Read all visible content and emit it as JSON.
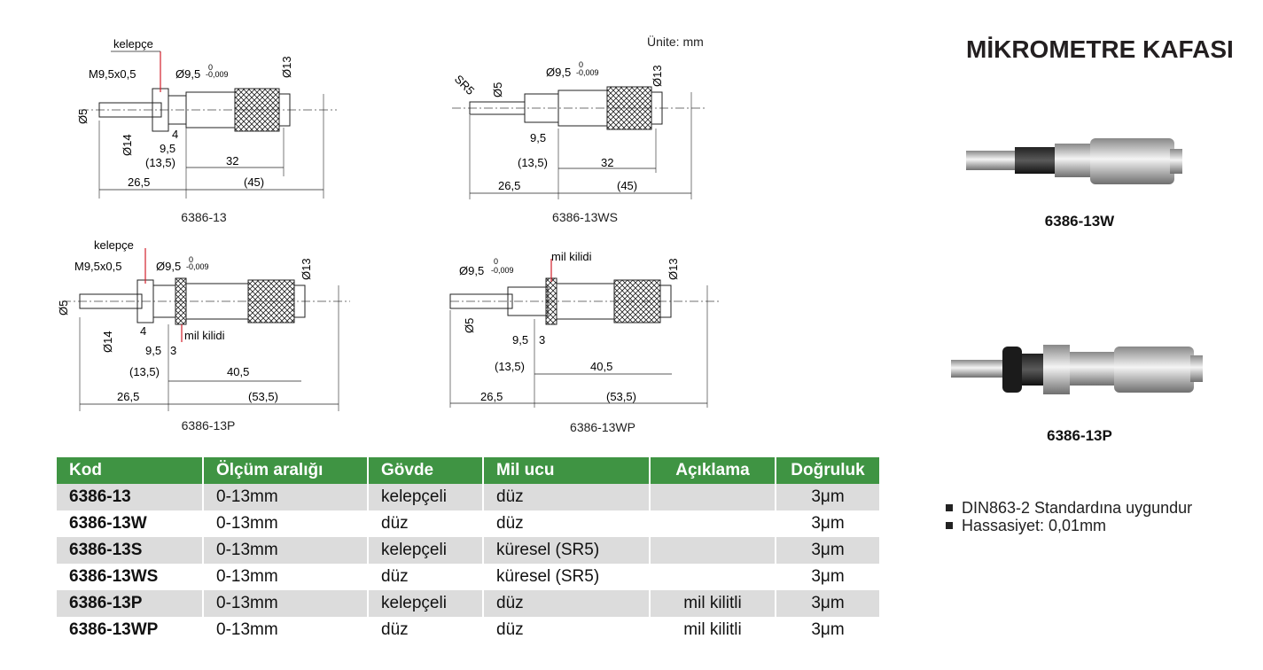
{
  "unit_note": "Ünite: mm",
  "page_title": "MİKROMETRE KAFASI",
  "drawings": [
    {
      "caption": "6386-13",
      "labels": {
        "clamp": "kelepçe",
        "thread": "M9,5x0,5",
        "dia": "Ø9,5",
        "tol": "-0,009",
        "tol_top": "0",
        "d13": "Ø13",
        "d5": "Ø5",
        "d14": "Ø14",
        "four": "4",
        "nine": "9,5",
        "thirteen": "(13,5)",
        "l1": "32",
        "l2": "26,5",
        "l3": "(45)"
      }
    },
    {
      "caption": "6386-13WS",
      "labels": {
        "sr": "SR5",
        "d5": "Ø5",
        "dia": "Ø9,5",
        "tol": "-0,009",
        "tol_top": "0",
        "d13": "Ø13",
        "nine": "9,5",
        "thirteen": "(13,5)",
        "l1": "32",
        "l2": "26,5",
        "l3": "(45)"
      }
    },
    {
      "caption": "6386-13P",
      "labels": {
        "clamp": "kelepçe",
        "thread": "M9,5x0,5",
        "dia": "Ø9,5",
        "tol": "-0,009",
        "tol_top": "0",
        "d13": "Ø13",
        "d5": "Ø5",
        "d14": "Ø14",
        "four": "4",
        "nine": "9,5",
        "three": "3",
        "lock": "mil kilidi",
        "thirteen": "(13,5)",
        "l1": "40,5",
        "l2": "26,5",
        "l3": "(53,5)"
      }
    },
    {
      "caption": "6386-13WP",
      "labels": {
        "dia": "Ø9,5",
        "tol": "-0,009",
        "tol_top": "0",
        "lock": "mil kilidi",
        "d13": "Ø13",
        "d5": "Ø5",
        "nine": "9,5",
        "three": "3",
        "thirteen": "(13,5)",
        "l1": "40,5",
        "l2": "26,5",
        "l3": "(53,5)"
      }
    }
  ],
  "products": [
    {
      "name": "6386-13W"
    },
    {
      "name": "6386-13P"
    }
  ],
  "notes": [
    "DIN863-2 Standardına uygundur",
    "Hassasiyet: 0,01mm"
  ],
  "table": {
    "headers": [
      "Kod",
      "Ölçüm aralığı",
      "Gövde",
      "Mil ucu",
      "Açıklama",
      "Doğruluk"
    ],
    "rows": [
      [
        "6386-13",
        "0-13mm",
        "kelepçeli",
        "düz",
        "",
        "3μm"
      ],
      [
        "6386-13W",
        "0-13mm",
        "düz",
        "düz",
        "",
        "3μm"
      ],
      [
        "6386-13S",
        "0-13mm",
        "kelepçeli",
        "küresel (SR5)",
        "",
        "3μm"
      ],
      [
        "6386-13WS",
        "0-13mm",
        "düz",
        "küresel (SR5)",
        "",
        "3μm"
      ],
      [
        "6386-13P",
        "0-13mm",
        "kelepçeli",
        "düz",
        "mil kilitli",
        "3μm"
      ],
      [
        "6386-13WP",
        "0-13mm",
        "düz",
        "düz",
        "mil kilitli",
        "3μm"
      ]
    ]
  },
  "colors": {
    "header_green": "#3f9443",
    "alt_row": "#dcdcdc",
    "clamp_line": "#d21f2a"
  },
  "icons": [
    "knurl-pattern",
    "micrometer-photo"
  ]
}
